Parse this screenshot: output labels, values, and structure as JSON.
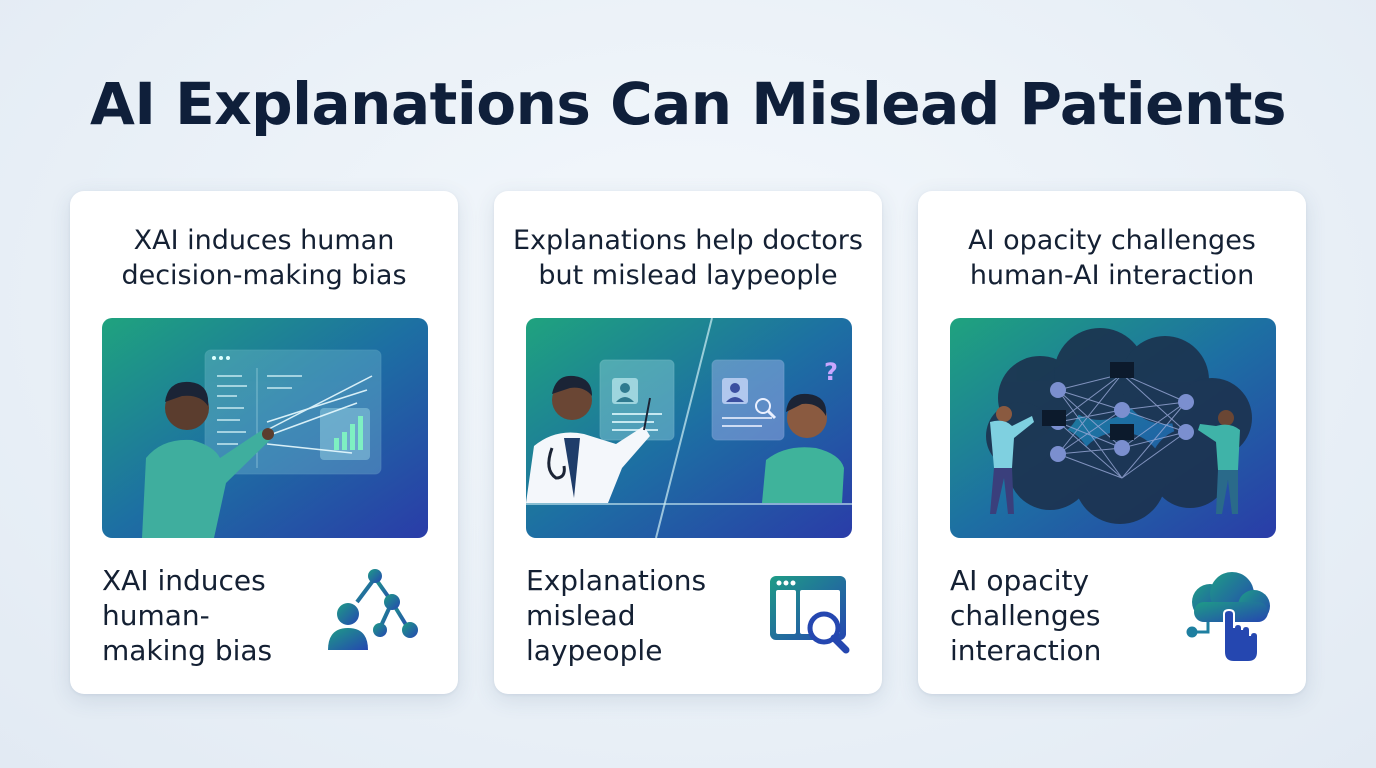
{
  "title": "AI Explanations Can Mislead Patients",
  "cards": [
    {
      "heading_line1": "XAI induces human",
      "heading_line2": "decision-making bias",
      "caption_line1": "XAI induces",
      "caption_line2": "human-",
      "caption_line3": "making bias",
      "illustration": "person-pointing-at-dashboard",
      "icon": "user-network-icon"
    },
    {
      "heading_line1": "Explanations help doctors",
      "heading_line2": "but mislead laypeople",
      "caption_line1": "Explanations",
      "caption_line2": "mislead",
      "caption_line3": "laypeople",
      "illustration": "doctor-vs-confused-layperson",
      "icon": "browser-magnifier-icon"
    },
    {
      "heading_line1": "AI opacity challenges",
      "heading_line2": "human-AI interaction",
      "caption_line1": "AI opacity",
      "caption_line2": "challenges",
      "caption_line3": "interaction",
      "illustration": "people-around-neural-network-cloud",
      "icon": "cloud-hand-icon"
    }
  ],
  "colors": {
    "title": "#0f1f3a",
    "gradient_start": "#1fa37e",
    "gradient_end": "#2a3ca8",
    "icon_teal": "#1e9c86",
    "icon_blue": "#2547b0"
  }
}
